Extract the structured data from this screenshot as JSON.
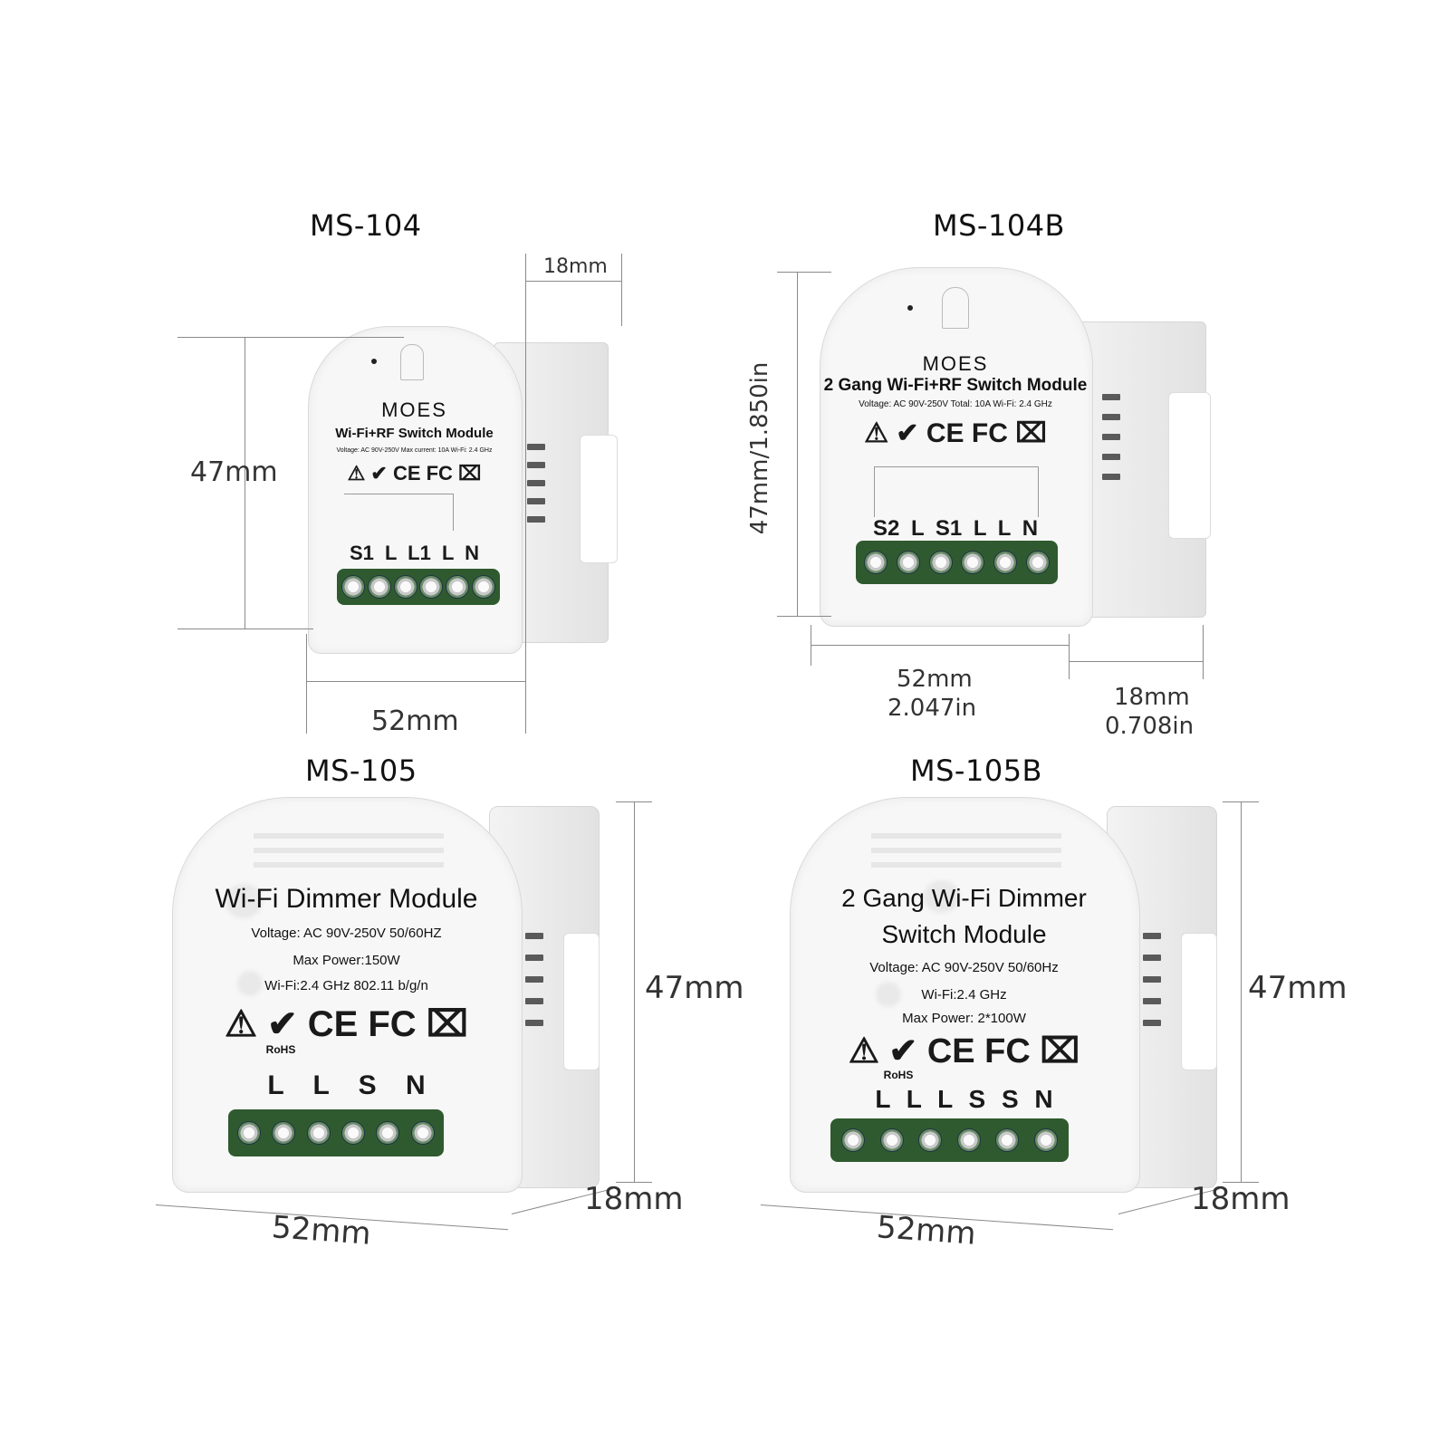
{
  "brand": "MOES",
  "modules": [
    {
      "model": "MS-104",
      "line1": "Wi-Fi+RF Switch Module",
      "spec": "Voltage: AC 90V-250V  Max current: 10A  Wi-Fi: 2.4 GHz",
      "terminals": "S1 L L1 L N",
      "dims": {
        "height": "47mm",
        "width": "52mm",
        "depth": "18mm"
      }
    },
    {
      "model": "MS-104B",
      "line1": "2 Gang Wi-Fi+RF Switch Module",
      "spec": "Voltage: AC 90V-250V  Total: 10A  Wi-Fi: 2.4 GHz",
      "terminals": "S2 L S1 L L N",
      "dims": {
        "height": "47mm/1.850in",
        "width": "52mm",
        "width_in": "2.047in",
        "depth": "18mm",
        "depth_in": "0.708in"
      }
    },
    {
      "model": "MS-105",
      "line1": "Wi-Fi Dimmer Module",
      "spec1": "Voltage: AC 90V-250V   50/60HZ",
      "spec2": "Max Power:150W",
      "spec3": "Wi-Fi:2.4 GHz   802.11 b/g/n",
      "terminals": "L  L  S  N",
      "dims": {
        "height": "47mm",
        "width": "52mm",
        "depth": "18mm"
      }
    },
    {
      "model": "MS-105B",
      "line1": "2 Gang Wi-Fi Dimmer",
      "line2": "Switch Module",
      "spec1": "Voltage: AC 90V-250V  50/60Hz",
      "spec2": "Wi-Fi:2.4 GHz",
      "spec3": "Max Power: 2*100W",
      "terminals": "L L L S S N",
      "dims": {
        "height": "47mm",
        "width": "52mm",
        "depth": "18mm"
      }
    }
  ],
  "cert_marks": "⚠ ✔ CE FC ⌧",
  "rohs": "RoHS"
}
